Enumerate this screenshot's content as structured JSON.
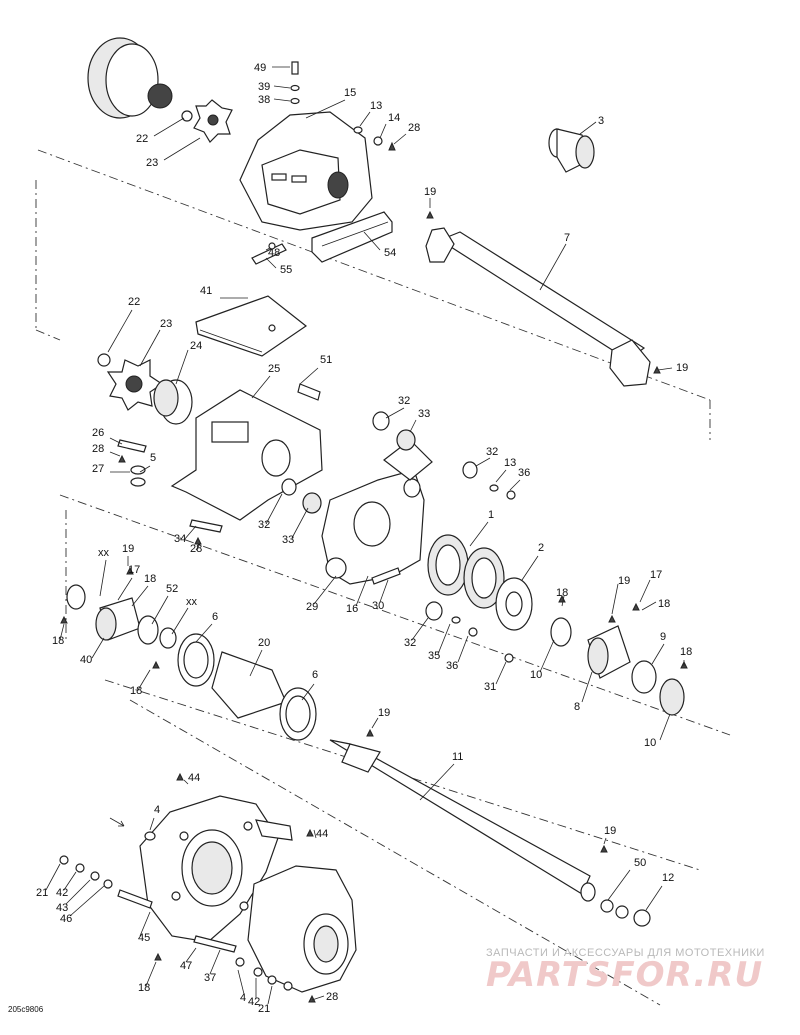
{
  "diagram": {
    "reference_code": "205c9806",
    "watermark": {
      "line1": "ЗАПЧАСТИ И АКСЕССУАРЫ ДЛЯ МОТОТЕХНИКИ",
      "line2": "PARTSFOR.RU"
    },
    "callouts": [
      "49",
      "39",
      "38",
      "15",
      "13",
      "14",
      "28",
      "3",
      "22",
      "23",
      "19",
      "7",
      "48",
      "55",
      "54",
      "41",
      "22",
      "23",
      "24",
      "51",
      "25",
      "19",
      "32",
      "33",
      "26",
      "28",
      "27",
      "5",
      "32",
      "13",
      "36",
      "1",
      "2",
      "34",
      "28",
      "32",
      "33",
      "29",
      "16",
      "30",
      "xx",
      "19",
      "17",
      "18",
      "52",
      "xx",
      "6",
      "20",
      "40",
      "18",
      "18",
      "32",
      "35",
      "36",
      "31",
      "18",
      "19",
      "17",
      "18",
      "9",
      "10",
      "8",
      "18",
      "10",
      "6",
      "19",
      "11",
      "44",
      "4",
      "44",
      "21",
      "42",
      "43",
      "46",
      "45",
      "47",
      "37",
      "18",
      "4",
      "42",
      "21",
      "28",
      "19",
      "50",
      "12"
    ]
  }
}
